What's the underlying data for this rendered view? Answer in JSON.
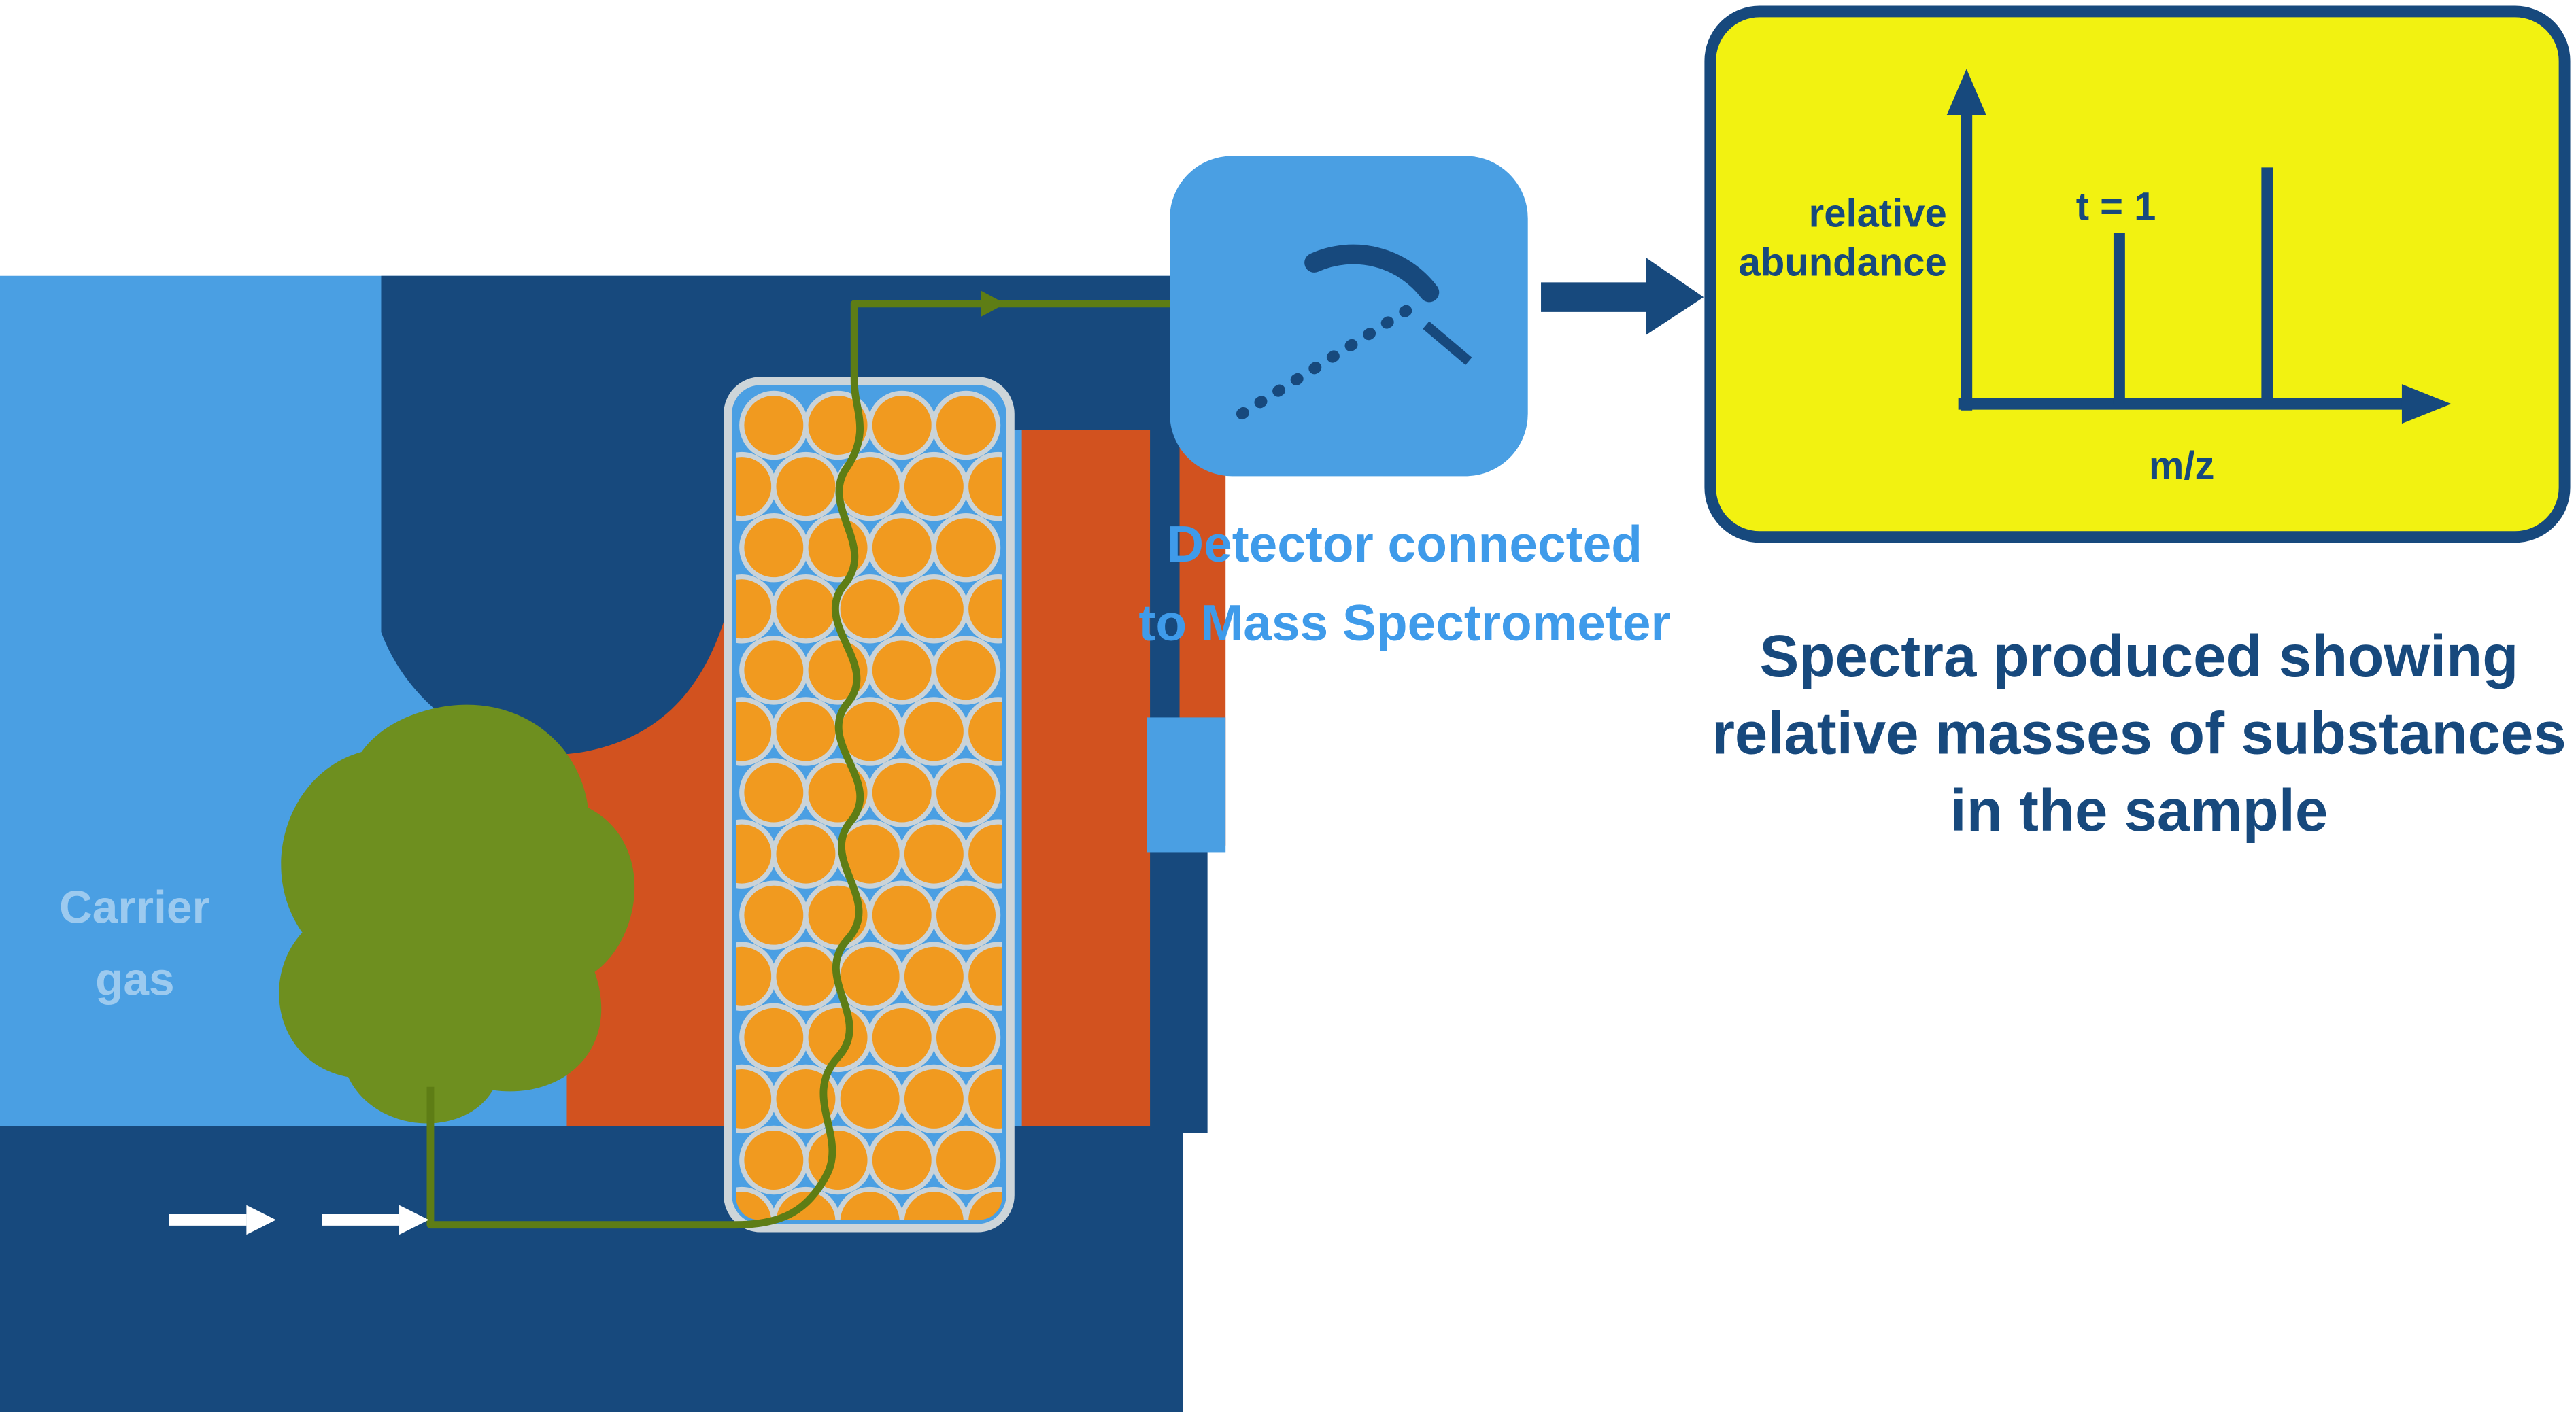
{
  "colors": {
    "light_blue": "#4A9FE3",
    "navy": "#17497D",
    "oven_vermilion": "#D2521F",
    "bead_orange": "#F19A1F",
    "bead_stroke": "#CAD3D8",
    "sample_olive": "#6E8F1F",
    "path_green": "#5E7D15",
    "panel_yellow": "#F2F211",
    "detector_text_blue": "#3F9BEA",
    "flow_arrow_white": "#FFFFFF"
  },
  "diagram": {
    "carrier_gas_label": {
      "line1": "Carrier",
      "line2": "gas"
    },
    "detector_label": {
      "line1": "Detector connected",
      "line2": "to Mass Spectrometer"
    },
    "caption": {
      "line1": "Spectra produced showing",
      "line2": "relative  masses of substances",
      "line3": "in the sample"
    }
  },
  "spectra_panel": {
    "y_axis_label": {
      "line1": "relative",
      "line2": "abundance"
    },
    "x_axis_label": "m/z",
    "peak_annotation": "t = 1"
  },
  "chart_data": {
    "type": "bar",
    "title": "",
    "xlabel": "m/z",
    "ylabel": "relative abundance",
    "peaks": [
      {
        "position_rel": 0.38,
        "height_rel": 0.62,
        "label": "t = 1"
      },
      {
        "position_rel": 0.72,
        "height_rel": 0.86,
        "label": ""
      }
    ],
    "axis_ticks": [],
    "grid": false,
    "legend": false
  }
}
